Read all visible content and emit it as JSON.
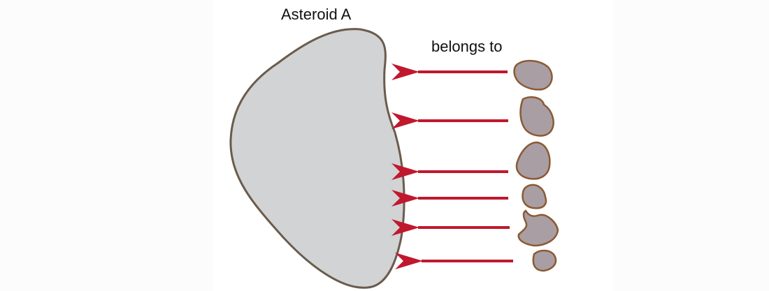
{
  "diagram": {
    "title": "Asteroid A",
    "relation": "belongs to",
    "colors": {
      "asteroid_fill": "#d1d3d4",
      "asteroid_stroke": "#6b5b4c",
      "fragment_fill": "#a99ea3",
      "fragment_stroke": "#8a5a34",
      "arrow": "#c0182d"
    },
    "fragment_count": 6,
    "arrow_count": 6
  }
}
